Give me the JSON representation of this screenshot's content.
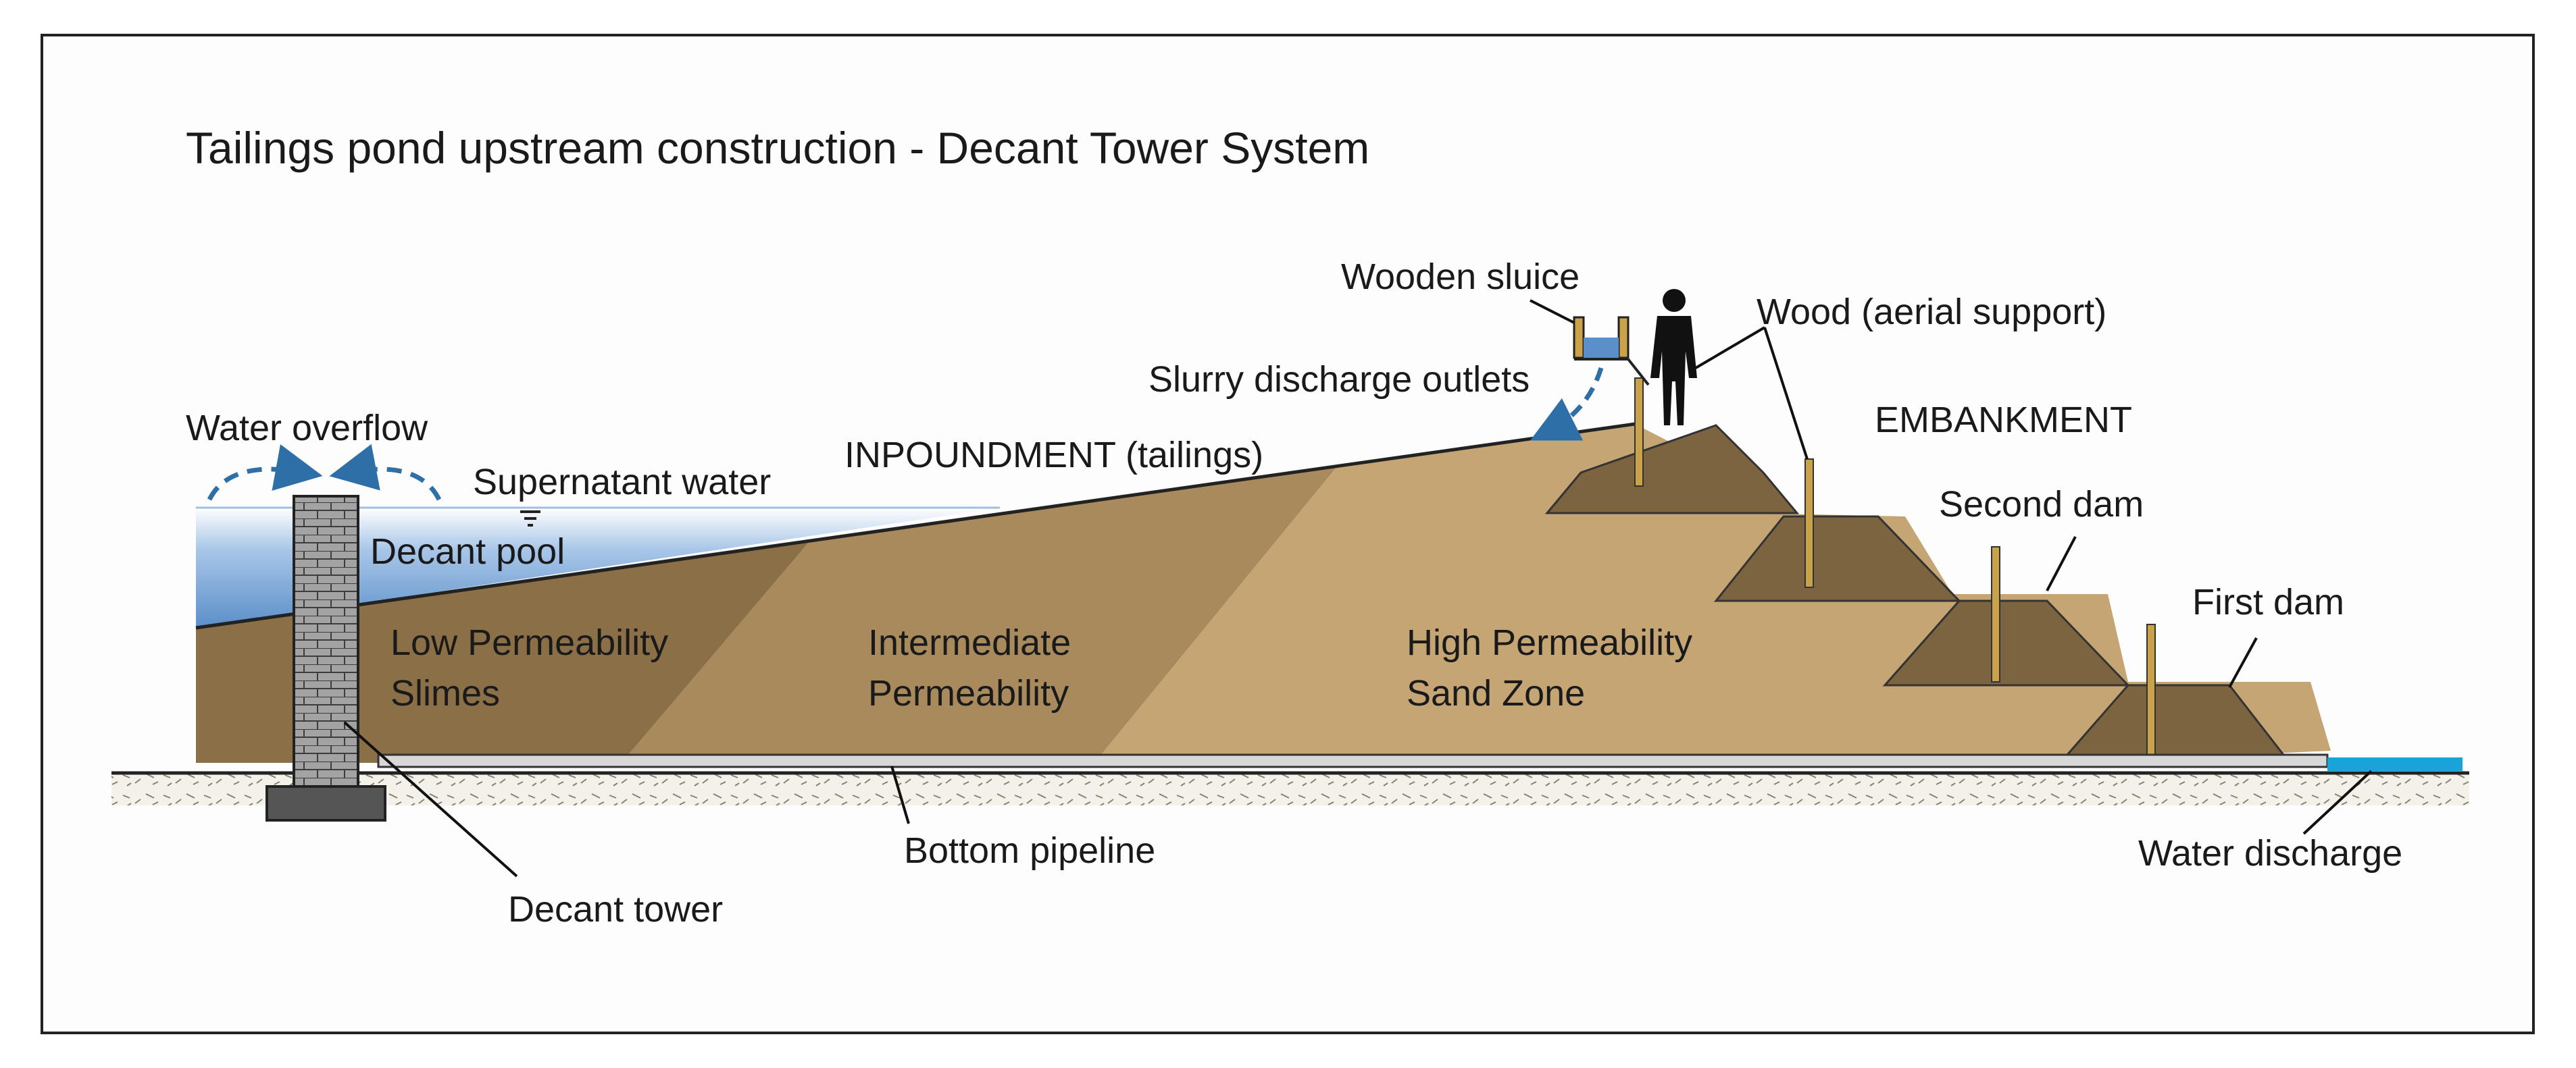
{
  "title": "Tailings pond upstream construction - Decant Tower System",
  "labels": {
    "wooden_sluice": "Wooden sluice",
    "wood_support": "Wood (aerial support)",
    "slurry_outlets": "Slurry discharge outlets",
    "embankment": "EMBANKMENT",
    "water_overflow": "Water overflow",
    "supernatant": "Supernatant water",
    "impoundment": "INPOUNDMENT (tailings)",
    "decant_pool": "Decant pool",
    "second_dam": "Second dam",
    "first_dam": "First dam",
    "low_perm_1": "Low Permeability",
    "low_perm_2": "Slimes",
    "inter_perm_1": "Intermediate",
    "inter_perm_2": "Permeability",
    "high_perm_1": "High Permeability",
    "high_perm_2": "Sand Zone",
    "bottom_pipeline": "Bottom pipeline",
    "water_discharge": "Water discharge",
    "decant_tower": "Decant tower"
  },
  "colors": {
    "water": "#7aa8d6",
    "slimes": "#8b6f47",
    "intermediate": "#a88a5c",
    "sand": "#c5a574",
    "dam": "#7d6440",
    "tower": "#9a9a9a",
    "arrows": "#2f6fa8",
    "discharge": "#1aa3d8"
  },
  "icons": [
    "person-silhouette",
    "water-level-symbol"
  ]
}
